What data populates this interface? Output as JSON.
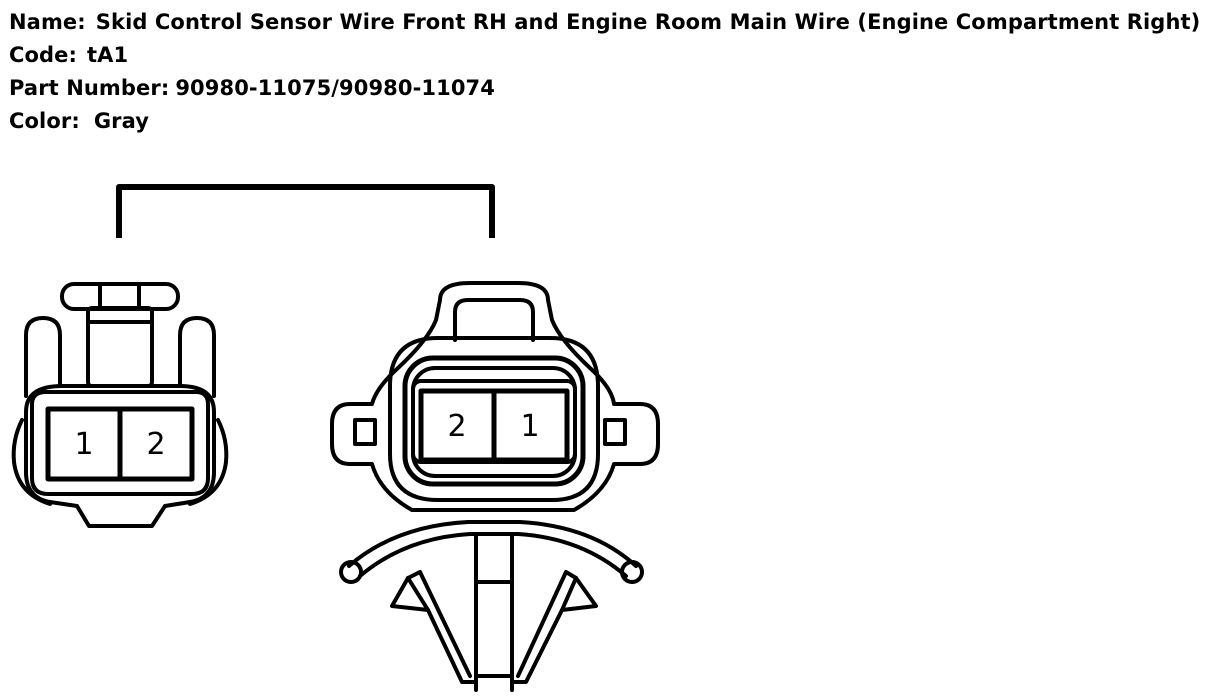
{
  "info": {
    "name_label": "Name:",
    "name_value": "Skid Control Sensor Wire Front RH and Engine Room Main Wire (Engine Compartment Right)",
    "code_label": "Code:",
    "code_value": "tA1",
    "part_label": "Part Number:",
    "part_value": "90980-11075/90980-11074",
    "color_label": "Color:",
    "color_value": "Gray"
  },
  "connectors": {
    "left_pins": [
      "1",
      "2"
    ],
    "right_pins": [
      "2",
      "1"
    ]
  }
}
